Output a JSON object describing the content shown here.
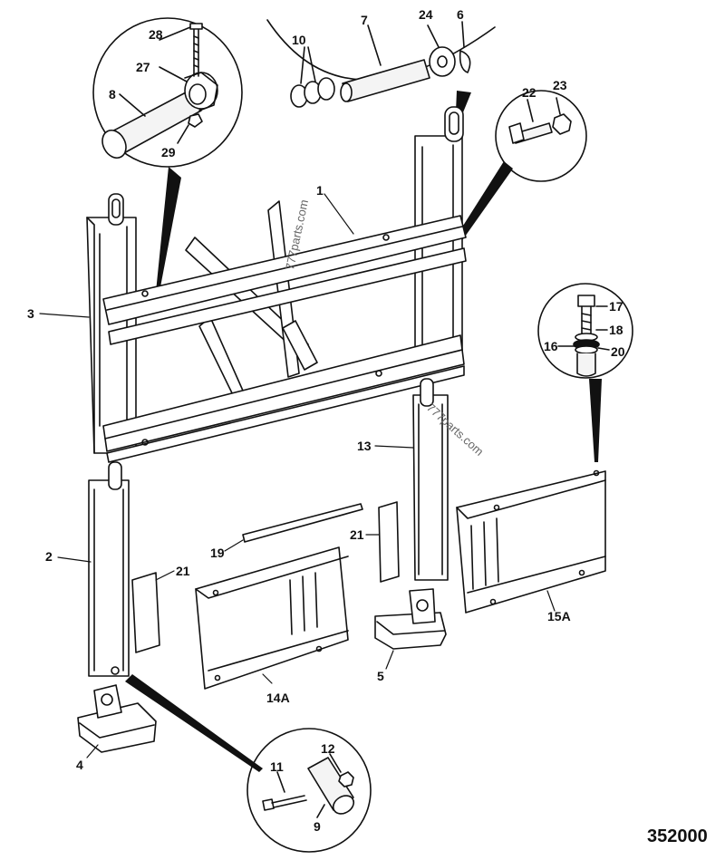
{
  "diagram": {
    "drawing_number": "352000",
    "watermark": "777parts.com",
    "part_labels": [
      "1",
      "2",
      "3",
      "4",
      "5",
      "6",
      "7",
      "8",
      "9",
      "10",
      "11",
      "12",
      "13",
      "14A",
      "15A",
      "16",
      "17",
      "18",
      "19",
      "20",
      "21",
      "21",
      "22",
      "23",
      "24",
      "27",
      "28",
      "29"
    ]
  },
  "colors": {
    "ink": "#111111",
    "paper": "#ffffff",
    "fill": "#f4f4f4"
  }
}
